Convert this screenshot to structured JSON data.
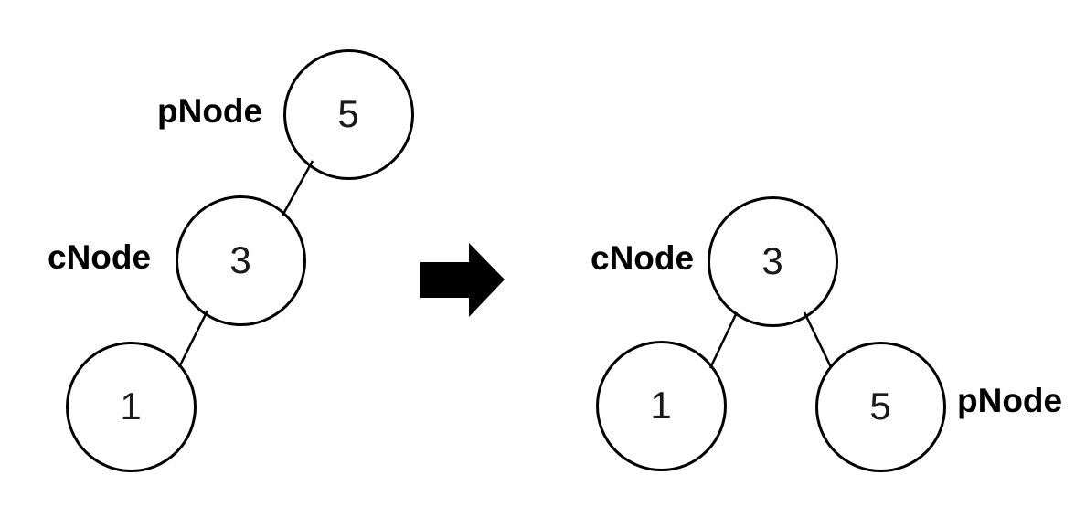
{
  "left_tree": {
    "pnode_label": "pNode",
    "cnode_label": "cNode",
    "nodes": {
      "p": "5",
      "c": "3",
      "left_child": "1"
    }
  },
  "right_tree": {
    "cnode_label": "cNode",
    "pnode_label": "pNode",
    "nodes": {
      "c": "3",
      "left_child": "1",
      "p": "5"
    }
  },
  "arrow": {
    "icon": "right-arrow",
    "color": "#000000"
  },
  "colors": {
    "background": "#ffffff",
    "node_stroke": "#000000",
    "node_fill": "#ffffff",
    "edge_stroke": "#000000",
    "label_text": "#000000",
    "value_text": "#1a1a1a"
  }
}
